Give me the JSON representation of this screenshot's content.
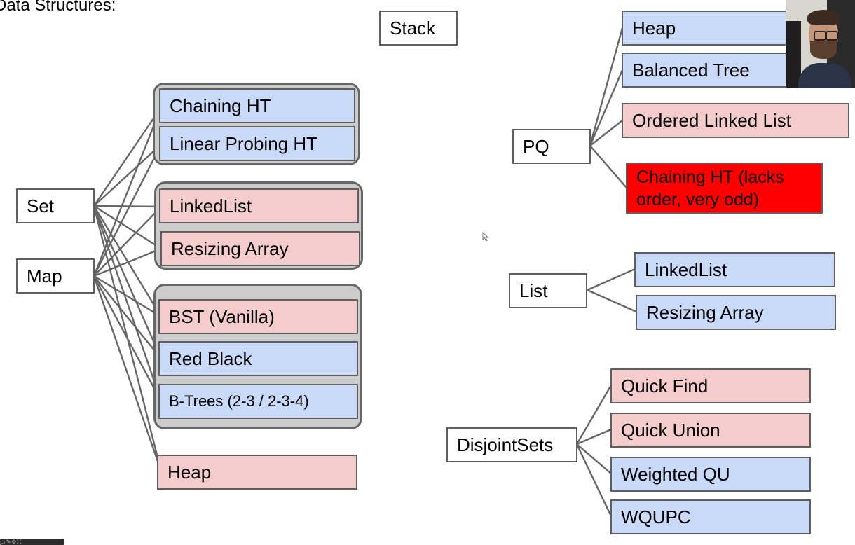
{
  "title": "Data Structures:",
  "colors": {
    "pink": "#f4cccc",
    "blue": "#c9daf8",
    "red": "#ff0000",
    "group": "#cccccc",
    "line": "#666666"
  },
  "adts": {
    "stack": "Stack",
    "set": "Set",
    "map": "Map",
    "pq": "PQ",
    "list": "List",
    "disjoint": "DisjointSets"
  },
  "set_map_impls": {
    "hash_group": [
      "Chaining HT",
      "Linear Probing HT"
    ],
    "list_group": [
      "LinkedList",
      "Resizing Array"
    ],
    "tree_group": [
      "BST (Vanilla)",
      "Red Black",
      "B-Trees (2-3 / 2-3-4)"
    ],
    "other": [
      "Heap"
    ]
  },
  "pq_impls": [
    "Heap",
    "Balanced Tree",
    "Ordered Linked List",
    "Chaining HT (lacks order, very odd)"
  ],
  "list_impls": [
    "LinkedList",
    "Resizing Array"
  ],
  "disjoint_impls": [
    "Quick Find",
    "Quick Union",
    "Weighted QU",
    "WQUPC"
  ],
  "webcam": "presenter-video",
  "toolbar_icons": [
    "play-icon",
    "edit-icon",
    "settings-icon",
    "fullscreen-icon"
  ]
}
